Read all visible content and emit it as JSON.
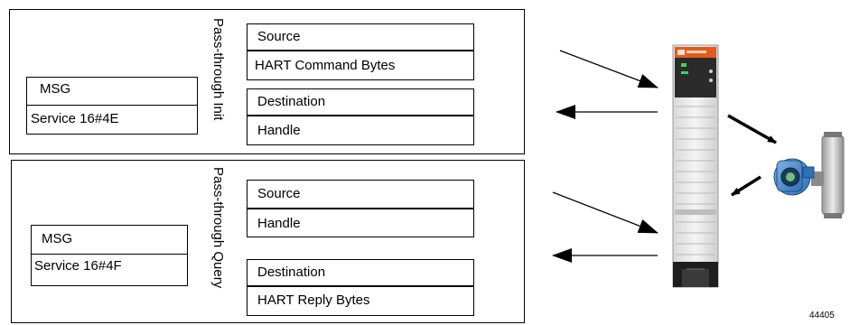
{
  "init": {
    "msg": {
      "label": "MSG",
      "service": "Service 16#4E"
    },
    "vertical_label": "Pass-through Init",
    "top_fields": [
      "Source",
      "HART Command Bytes"
    ],
    "bottom_fields": [
      "Destination",
      "Handle"
    ]
  },
  "query": {
    "msg": {
      "label": "MSG",
      "service": "Service 16#4F"
    },
    "vertical_label": "Pass-through Query",
    "top_fields": [
      "Source",
      "Handle"
    ],
    "bottom_fields": [
      "Destination",
      "HART Reply Bytes"
    ]
  },
  "figure_number": "44405",
  "icons": [
    "controller-module-icon",
    "hart-flowmeter-icon"
  ]
}
